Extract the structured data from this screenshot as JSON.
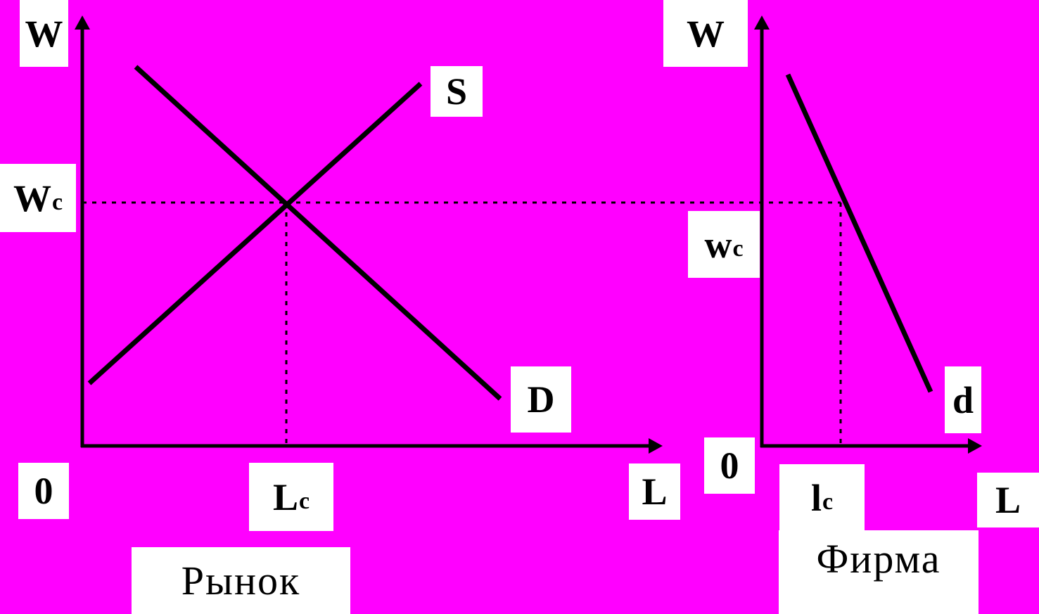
{
  "colors": {
    "background": "#ff00ff",
    "label_background": "#ffffff",
    "ink": "#000000"
  },
  "labels": {
    "market_w": "W",
    "market_wc_main": "W",
    "market_wc_sub": "c",
    "market_s": "S",
    "market_d": "D",
    "market_zero": "0",
    "market_lc_main": "L",
    "market_lc_sub": "c",
    "market_l": "L",
    "market_caption": "Рынок",
    "firm_w": "W",
    "firm_wc_main": "w",
    "firm_wc_sub": "c",
    "firm_zero": "0",
    "firm_lc_main": "l",
    "firm_lc_sub": "c",
    "firm_l": "L",
    "firm_d": "d",
    "firm_caption": "Фирма"
  }
}
